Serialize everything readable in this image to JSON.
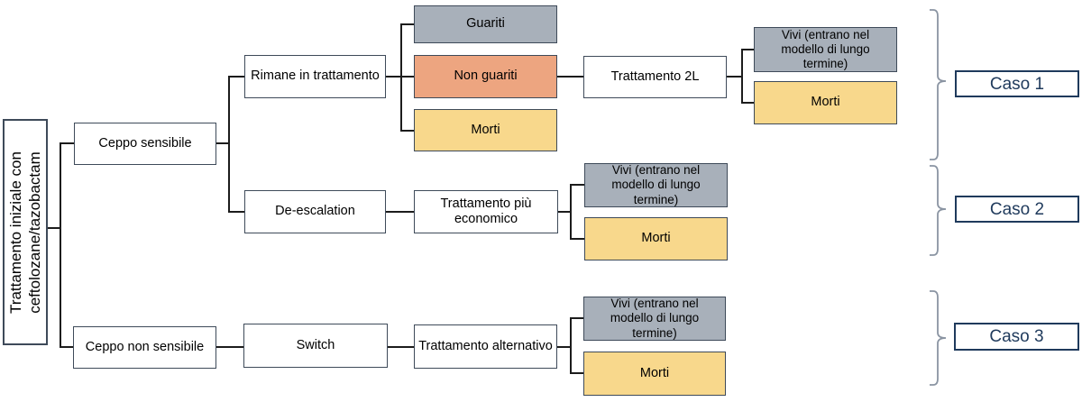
{
  "diagram": {
    "title_implicit": "Decision tree - trattamento con ceftolozane/tazobactam",
    "nodes": {
      "root": {
        "label": "Trattamento iniziale con\nceftolozane/tazobactam",
        "fill": "white"
      },
      "ceppo_sensibile": {
        "label": "Ceppo sensibile",
        "fill": "white"
      },
      "ceppo_non_sensibile": {
        "label": "Ceppo non sensibile",
        "fill": "white"
      },
      "rimane": {
        "label": "Rimane in trattamento",
        "fill": "white"
      },
      "de_escalation": {
        "label": "De-escalation",
        "fill": "white"
      },
      "guariti": {
        "label": "Guariti",
        "fill": "gray"
      },
      "non_guariti": {
        "label": "Non guariti",
        "fill": "orange"
      },
      "morti_top": {
        "label": "Morti",
        "fill": "yellow"
      },
      "trattamento_2l": {
        "label": "Trattamento 2L",
        "fill": "white"
      },
      "vivi_caso1": {
        "label": "Vivi (entrano nel modello di lungo termine)",
        "fill": "gray"
      },
      "morti_caso1": {
        "label": "Morti",
        "fill": "yellow"
      },
      "trattamento_piu_economico": {
        "label": "Trattamento più economico",
        "fill": "white"
      },
      "vivi_caso2": {
        "label": "Vivi (entrano nel modello di lungo termine)",
        "fill": "gray"
      },
      "morti_caso2": {
        "label": "Morti",
        "fill": "yellow"
      },
      "switch": {
        "label": "Switch",
        "fill": "white"
      },
      "trattamento_alternativo": {
        "label": "Trattamento alternativo",
        "fill": "white"
      },
      "vivi_caso3": {
        "label": "Vivi (entrano nel modello di lungo termine)",
        "fill": "gray"
      },
      "morti_caso3": {
        "label": "Morti",
        "fill": "yellow"
      }
    },
    "cases": {
      "caso_1": {
        "label": "Caso 1"
      },
      "caso_2": {
        "label": "Caso 2"
      },
      "caso_3": {
        "label": "Caso 3"
      }
    },
    "edges": [
      "root -> ceppo_sensibile",
      "root -> ceppo_non_sensibile",
      "ceppo_sensibile -> rimane",
      "ceppo_sensibile -> de_escalation",
      "rimane -> guariti",
      "rimane -> non_guariti",
      "rimane -> morti_top",
      "non_guariti -> trattamento_2l",
      "trattamento_2l -> vivi_caso1",
      "trattamento_2l -> morti_caso1",
      "de_escalation -> trattamento_piu_economico",
      "trattamento_piu_economico -> vivi_caso2",
      "trattamento_piu_economico -> morti_caso2",
      "ceppo_non_sensibile -> switch",
      "switch -> trattamento_alternativo",
      "trattamento_alternativo -> vivi_caso3",
      "trattamento_alternativo -> morti_caso3"
    ],
    "colors": {
      "gray_fill": "#a8b0ba",
      "orange_fill": "#eda580",
      "yellow_fill": "#f8d88c",
      "node_border": "#3e4a59",
      "connector_line": "#1c1c1c",
      "case_navy": "#1f3a5c",
      "brace": "#8a94a2"
    }
  }
}
